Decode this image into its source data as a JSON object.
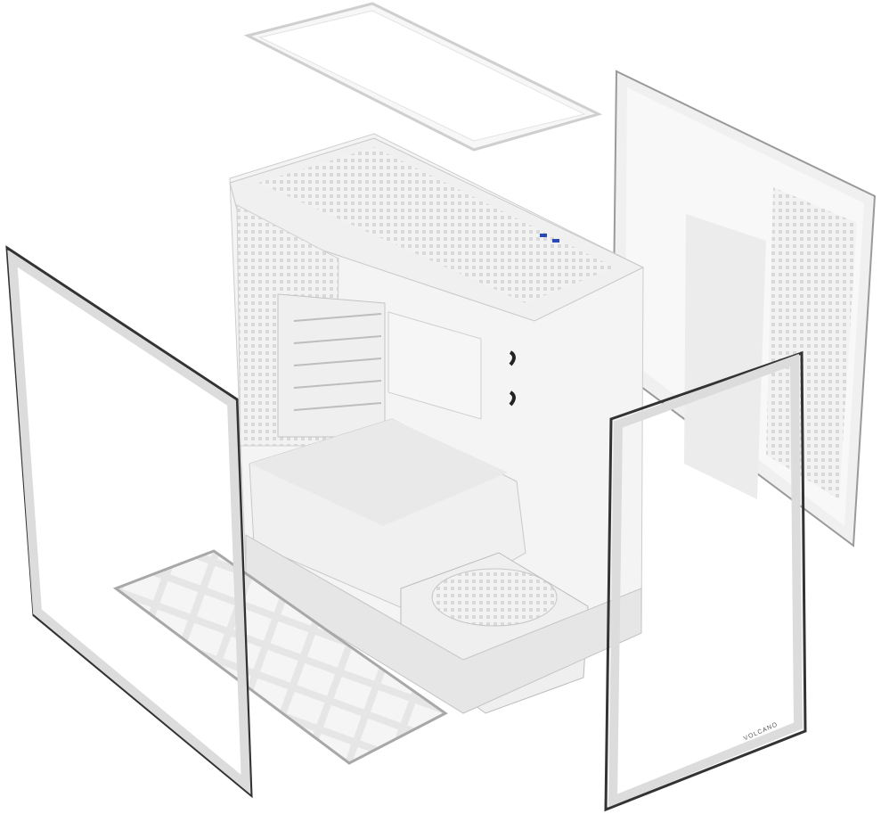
{
  "image": {
    "subject": "Exploded view of white mid-tower PC case",
    "background": "#ffffff",
    "brand_text": "VOLCANO",
    "parts": [
      {
        "label": "top dust filter panel"
      },
      {
        "label": "right side steel panel"
      },
      {
        "label": "left tempered glass panel"
      },
      {
        "label": "front tempered glass panel"
      },
      {
        "label": "bottom dust filter"
      },
      {
        "label": "chassis frame with PSU shroud and drive cage"
      }
    ],
    "io_ports": {
      "usb_color": "#2b49b5"
    }
  }
}
